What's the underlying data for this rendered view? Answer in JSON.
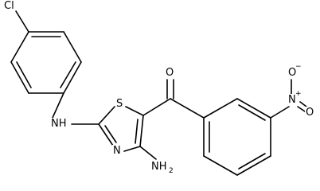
{
  "molecule": {
    "atoms": {
      "cl": "Cl",
      "nh_link": "NH",
      "s": "S",
      "n_ring": "N",
      "nh2": "NH",
      "nh2_sub": "2",
      "o_ketone": "O",
      "n_nitro": "N",
      "n_nitro_charge": "+",
      "o_nitro_a": "O",
      "o_nitro_a_charge": "−",
      "o_nitro_b": "O"
    }
  }
}
